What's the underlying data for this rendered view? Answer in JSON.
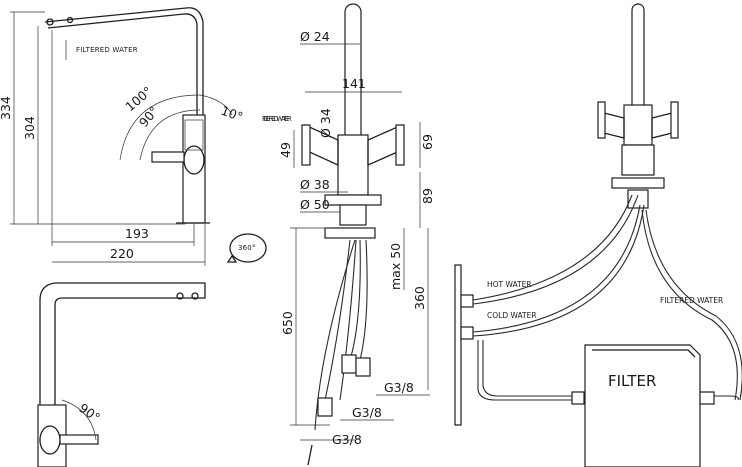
{
  "left_view": {
    "height_total": "334",
    "height_spout": "304",
    "label_filtered_water": "FILTERED WATER",
    "angle_100": "100°",
    "angle_90": "90°",
    "angle_10": "10°",
    "reach_193": "193",
    "reach_220": "220",
    "rotation": "360°"
  },
  "bottom_left_view": {
    "angle_90": "90°"
  },
  "center_view": {
    "diameter_24": "Ø 24",
    "width_141": "141",
    "label_filtered_water": "FILTERED WATER",
    "diameter_34": "Ø 34",
    "height_49": "49",
    "height_69": "69",
    "diameter_38": "Ø 38",
    "diameter_50": "Ø 50",
    "height_89": "89",
    "max_50": "max 50",
    "height_650": "650",
    "height_360": "360",
    "thread_1": "G3/8",
    "thread_2": "G3/8",
    "thread_3": "G3/8"
  },
  "right_view": {
    "hot_water": "HOT WATER",
    "cold_water": "COLD WATER",
    "filtered_water": "FILTERED WATER",
    "filter_label": "FILTER"
  }
}
